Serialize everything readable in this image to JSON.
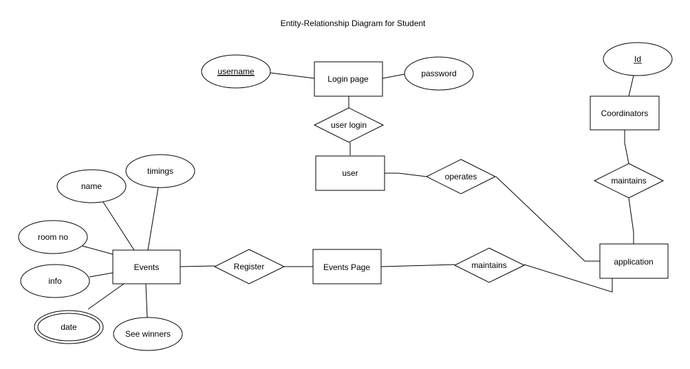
{
  "title": "Entity-Relationship Diagram for Student",
  "entities": {
    "login_page": "Login page",
    "user": "user",
    "coordinators": "Coordinators",
    "events": "Events",
    "events_page": "Events Page",
    "application": "application"
  },
  "relationships": {
    "user_login": "user login",
    "operates": "operates",
    "maintains_coord": "maintains",
    "register": "Register",
    "maintains_events": "maintains"
  },
  "attributes": {
    "username": "username",
    "password": "password",
    "id": "Id",
    "name": "name",
    "timings": "timings",
    "room_no": "room no",
    "info": "info",
    "date": "date",
    "see_winners": "See winners"
  }
}
